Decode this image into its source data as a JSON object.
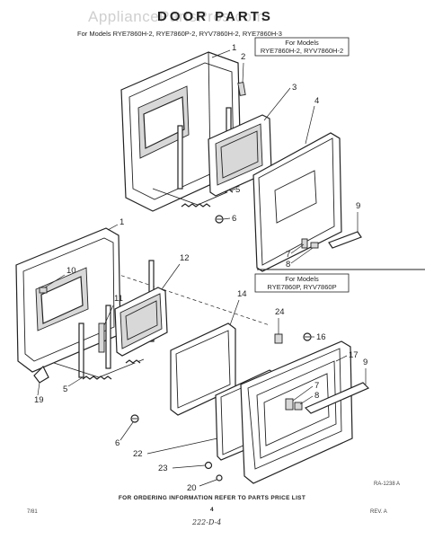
{
  "watermark": "AppliancePartsPros.com",
  "title": "DOOR PARTS",
  "subtitle": "For Models RYE7860H-2, RYE7860P-2, RYV7860H-2, RYE7860H-3",
  "model_box_upper": {
    "line1": "For Models",
    "line2": "RYE7860H-2, RYV7860H-2"
  },
  "model_box_lower": {
    "line1": "For Models",
    "line2": "RYE7860P, RYV7860P"
  },
  "callouts_upper": [
    "1",
    "2",
    "3",
    "4",
    "5",
    "6",
    "7",
    "8",
    "9"
  ],
  "callouts_lower": [
    "1",
    "10",
    "11",
    "12",
    "14",
    "24",
    "16",
    "17",
    "9",
    "7",
    "8",
    "19",
    "5",
    "6",
    "22",
    "23",
    "20"
  ],
  "drawing_code": "RA-1238 A",
  "page_number": "4",
  "footer_note": "FOR ORDERING INFORMATION REFER TO PARTS PRICE LIST",
  "date_code": "7/81",
  "revision": "REV. A",
  "handwritten_ref": "222-D-4"
}
